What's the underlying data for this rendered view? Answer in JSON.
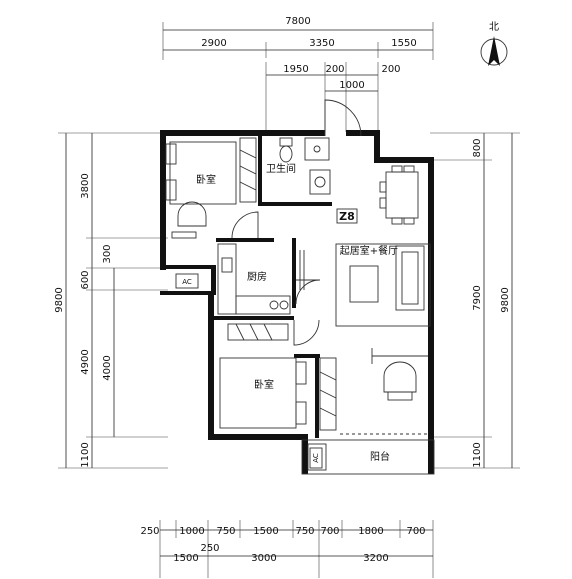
{
  "compass": {
    "label": "北"
  },
  "rooms": {
    "bedroom1": "卧室",
    "bathroom": "卫生间",
    "kitchen": "厨房",
    "living": "起居室+餐厅",
    "bedroom2": "卧室",
    "balcony": "阳台",
    "unit_tag": "Z8",
    "ac1": "AC",
    "ac2": "AC"
  },
  "dims_top": {
    "total": "7800",
    "row1": [
      "2900",
      "3350",
      "1550"
    ],
    "row2": [
      "1950",
      "200",
      "200"
    ],
    "row3": [
      "1000"
    ]
  },
  "dims_bottom": {
    "row1": [
      "250",
      "1000",
      "750",
      "1500",
      "750",
      "700",
      "1800",
      "700"
    ],
    "row2": [
      "1500",
      "250",
      "3000",
      "3200"
    ]
  },
  "dims_left": {
    "total": "9800",
    "segments": [
      "3800",
      "300",
      "600",
      "4900",
      "4000",
      "1100"
    ]
  },
  "dims_right": {
    "total": "9800",
    "segments": [
      "800",
      "7900",
      "1100"
    ]
  }
}
